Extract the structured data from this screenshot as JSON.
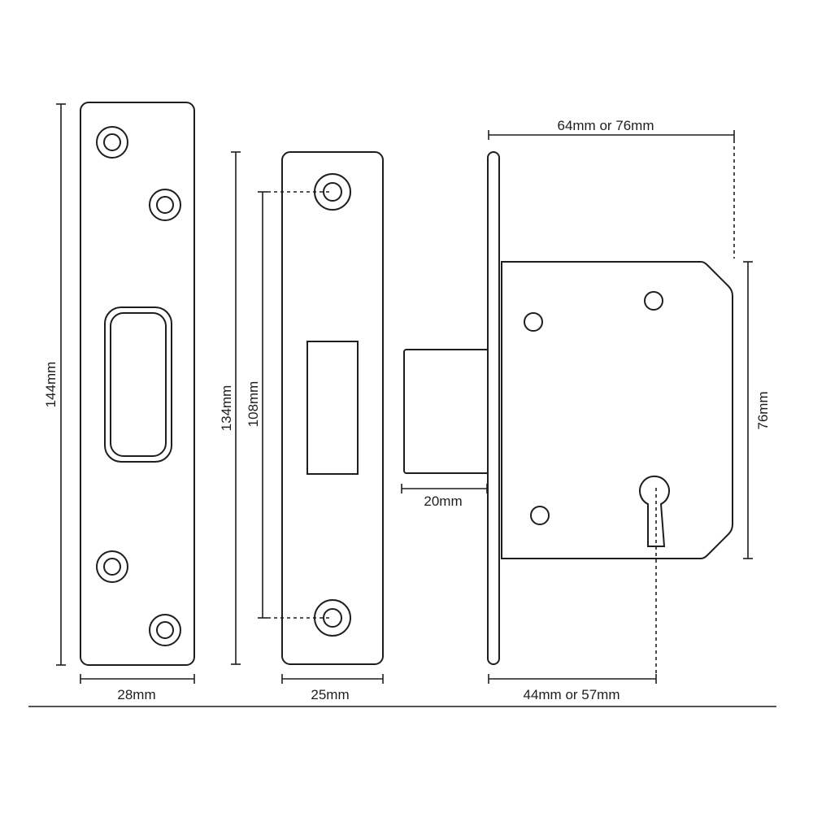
{
  "dimensions": {
    "striker_height": "144mm",
    "striker_width": "28mm",
    "faceplate_height": "134mm",
    "faceplate_hole_spacing": "108mm",
    "faceplate_width": "25mm",
    "lock_case_width": "64mm or 76mm",
    "lock_case_height": "76mm",
    "bolt_throw": "20mm",
    "backset": "44mm or 57mm"
  },
  "colors": {
    "line": "#1e1e1e",
    "background": "#ffffff"
  }
}
